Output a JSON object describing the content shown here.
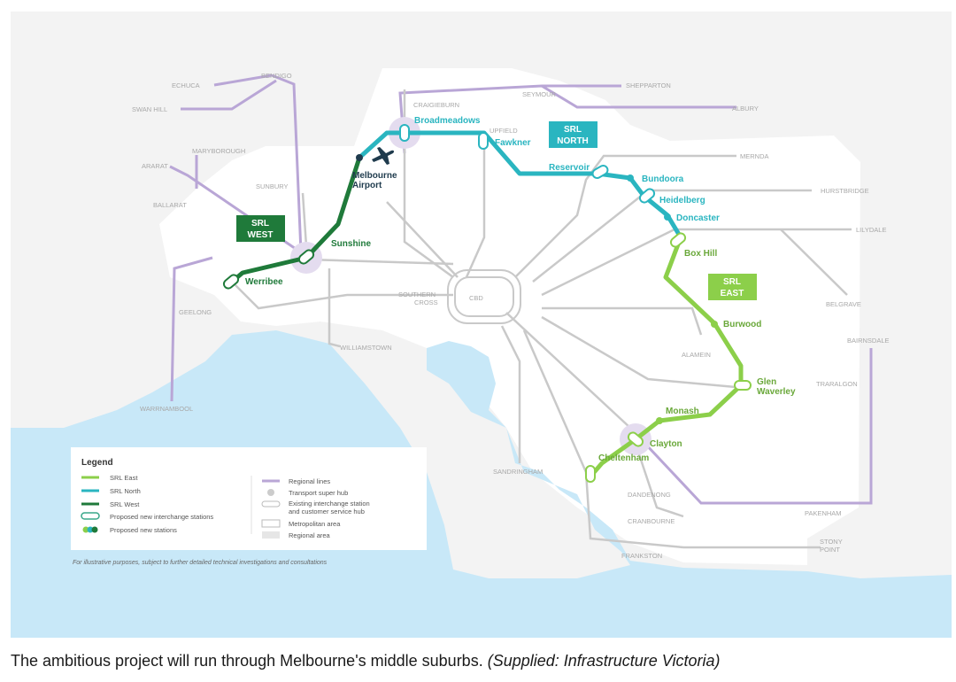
{
  "colors": {
    "srl_east": "#8ccf4a",
    "srl_north": "#2ab5c0",
    "srl_west": "#1f7a3a",
    "regional": "#b9a6d6",
    "metro": "#c9c9c9",
    "water": "#c8e8f8",
    "land": "#f3f3f3",
    "metro_area": "#ffffff",
    "label_grey": "#a8a8a8"
  },
  "badges": {
    "north": {
      "line1": "SRL",
      "line2": "NORTH"
    },
    "west": {
      "line1": "SRL",
      "line2": "WEST"
    },
    "east": {
      "line1": "SRL",
      "line2": "EAST"
    }
  },
  "stations": {
    "broadmeadows": "Broadmeadows",
    "fawkner": "Fawkner",
    "reservoir": "Reservoir",
    "bundoora": "Bundoora",
    "heidelberg": "Heidelberg",
    "doncaster": "Doncaster",
    "box_hill": "Box Hill",
    "burwood": "Burwood",
    "glen_waverley": [
      "Glen",
      "Waverley"
    ],
    "monash": "Monash",
    "clayton": "Clayton",
    "cheltenham": "Cheltenham",
    "melbourne_airport": [
      "Melbourne",
      "Airport"
    ],
    "sunshine": "Sunshine",
    "werribee": "Werribee"
  },
  "places": {
    "echuca": "ECHUCA",
    "bendigo": "BENDIGO",
    "swan_hill": "SWAN HILL",
    "maryborough": "MARYBOROUGH",
    "ararat": "ARARAT",
    "ballarat": "BALLARAT",
    "sunbury": "SUNBURY",
    "geelong": "GEELONG",
    "warrnambool": "WARRNAMBOOL",
    "craigieburn": "CRAIGIEBURN",
    "seymour": "SEYMOUR",
    "shepparton": "SHEPPARTON",
    "albury": "ALBURY",
    "upfield": "UPFIELD",
    "mernda": "MERNDA",
    "hurstbridge": "HURSTBRIDGE",
    "lilydale": "LILYDALE",
    "belgrave": "BELGRAVE",
    "bairnsdale": "BAIRNSDALE",
    "traralgon": "TRARALGON",
    "alamein": "ALAMEIN",
    "pakenham": "PAKENHAM",
    "dandenong": "DANDENONG",
    "cranbourne": "CRANBOURNE",
    "stony_point": [
      "STONY",
      "POINT"
    ],
    "frankston": "FRANKSTON",
    "sandringham": "SANDRINGHAM",
    "williamstown": "WILLIAMSTOWN",
    "southern_cross": [
      "SOUTHERN",
      "CROSS"
    ],
    "cbd": "CBD"
  },
  "legend": {
    "title": "Legend",
    "left_items": [
      "SRL East",
      "SRL North",
      "SRL West",
      "Proposed new interchange stations",
      "Proposed new stations"
    ],
    "right_items": [
      "Regional lines",
      "Transport super hub",
      "Existing interchange station",
      "and customer service hub",
      "Metropolitan area",
      "Regional area"
    ],
    "footnote": "For illustrative purposes, subject to further detailed technical investigations and consultations"
  },
  "caption": {
    "text": "The ambitious project will run through Melbourne's middle suburbs. ",
    "credit": "(Supplied: Infrastructure Victoria)"
  }
}
